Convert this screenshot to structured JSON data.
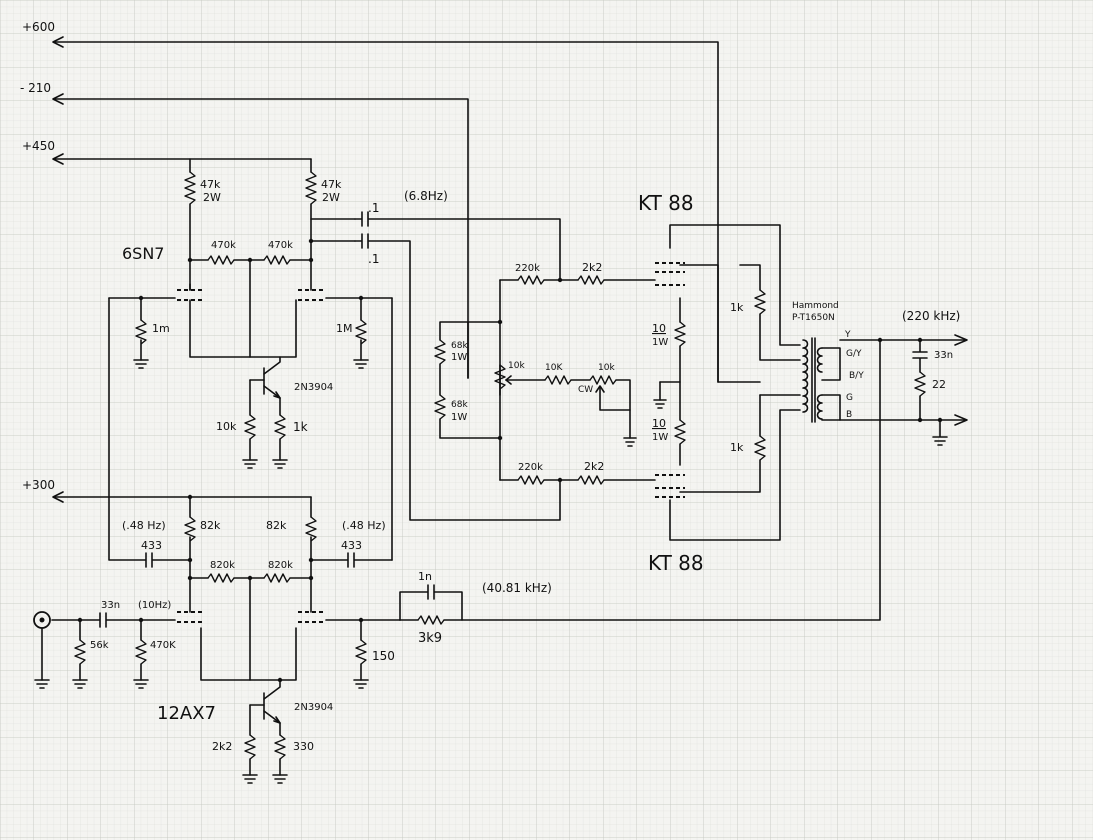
{
  "rails": {
    "plus600": "+600",
    "minus210": "- 210",
    "plus450": "+450",
    "plus300": "+300"
  },
  "tubes": {
    "driver": "6SN7",
    "input": "12AX7",
    "output_top": "KT 88",
    "output_bottom": "KT 88"
  },
  "transistors": {
    "upper": "2N3904",
    "lower": "2N3904"
  },
  "resistors": {
    "r47k_left": "47k",
    "r47k_right": "47k",
    "watt_2w": "2W",
    "r470k_a": "470k",
    "r470k_b": "470k",
    "r1m_left": "1m",
    "r1m_right": "1M",
    "r10k_tail": "10k",
    "r1k_tail": "1k",
    "r82k_left": "82k",
    "r82k_right": "82k",
    "r820k_a": "820k",
    "r820k_b": "820k",
    "r56k": "56k",
    "r470k_in": "470K",
    "r150": "150",
    "r2k2_tail": "2k2",
    "r330": "330",
    "r3k9": "3k9",
    "r220k_top": "220k",
    "r2k2_top": "2k2",
    "r220k_bot": "220k",
    "r2k2_bot": "2k2",
    "r68k_a": "68k",
    "r68k_b": "68k",
    "watt_1w": "1W",
    "r10k_pot": "10k",
    "r10k_mid": "10K",
    "r10k_cw": "10k",
    "cw": "CW",
    "r10_a": "10",
    "r10_b": "10",
    "r1k_a": "1k",
    "r1k_b": "1k",
    "r22": "22"
  },
  "capacitors": {
    "c_u1_a": ".1",
    "c_u1_b": ".1",
    "c33n_in": "33n",
    "c433_left": "433",
    "c433_right": "433",
    "c1n": "1n",
    "c33n_out": "33n"
  },
  "frequencies": {
    "f6_8": "(6.8Hz)",
    "f10": "(10Hz)",
    "f048_left": "(.48 Hz)",
    "f048_right": "(.48 Hz)",
    "f40k": "(40.81 kHz)",
    "f220k": "(220 kHz)"
  },
  "transformer": {
    "name_line1": "Hammond",
    "name_line2": "P-T1650N",
    "tap_y": "Y",
    "tap_gy": "G/Y",
    "tap_by": "B/Y",
    "tap_g": "G",
    "tap_b": "B"
  }
}
